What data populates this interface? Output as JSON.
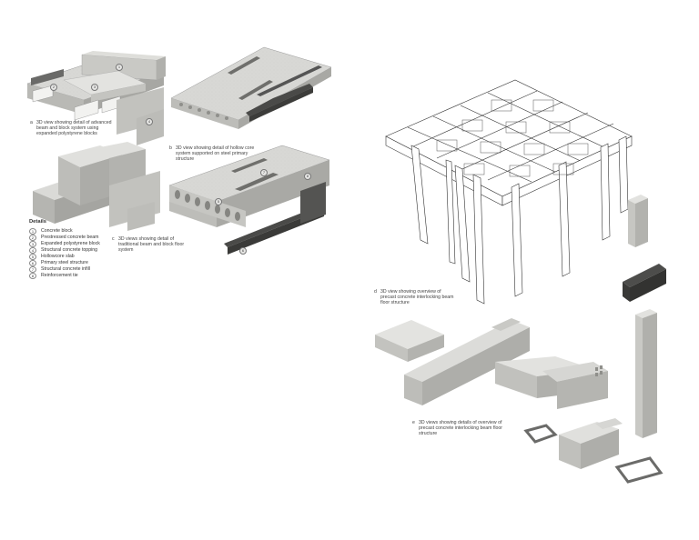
{
  "captions": [
    {
      "id": "a",
      "letter": "a",
      "text": "3D view showing detail of advanced beam and block system using expanded polystyrene blocks"
    },
    {
      "id": "b",
      "letter": "b",
      "text": "3D view showing detail of hollow core system supported on steel primary structure"
    },
    {
      "id": "c",
      "letter": "c",
      "text": "3D views showing detail of traditional beam and block floor system"
    },
    {
      "id": "d",
      "letter": "d",
      "text": "3D view showing overview of precast concrete interlocking beam floor structure"
    },
    {
      "id": "e",
      "letter": "e",
      "text": "3D views showing details of overview of precast concrete interlocking beam floor structure"
    }
  ],
  "details": {
    "title": "Details",
    "items": [
      {
        "num": "1",
        "label": "Concrete block"
      },
      {
        "num": "2",
        "label": "Prestressed concrete beam"
      },
      {
        "num": "3",
        "label": "Expanded polystyrene block"
      },
      {
        "num": "4",
        "label": "Structural concrete topping"
      },
      {
        "num": "5",
        "label": "Hollowcore slab"
      },
      {
        "num": "6",
        "label": "Primary steel structure"
      },
      {
        "num": "7",
        "label": "Structural concrete infill"
      },
      {
        "num": "8",
        "label": "Reinforcement tie"
      }
    ]
  },
  "markers": [
    "1",
    "2",
    "3",
    "4",
    "5",
    "6",
    "7",
    "8"
  ],
  "colors": {
    "concrete": "#d9d9d6",
    "concrete_dark": "#b4b4b0",
    "concrete_shadow": "#8f8f8b",
    "steel": "#555555",
    "line": "#444444"
  }
}
